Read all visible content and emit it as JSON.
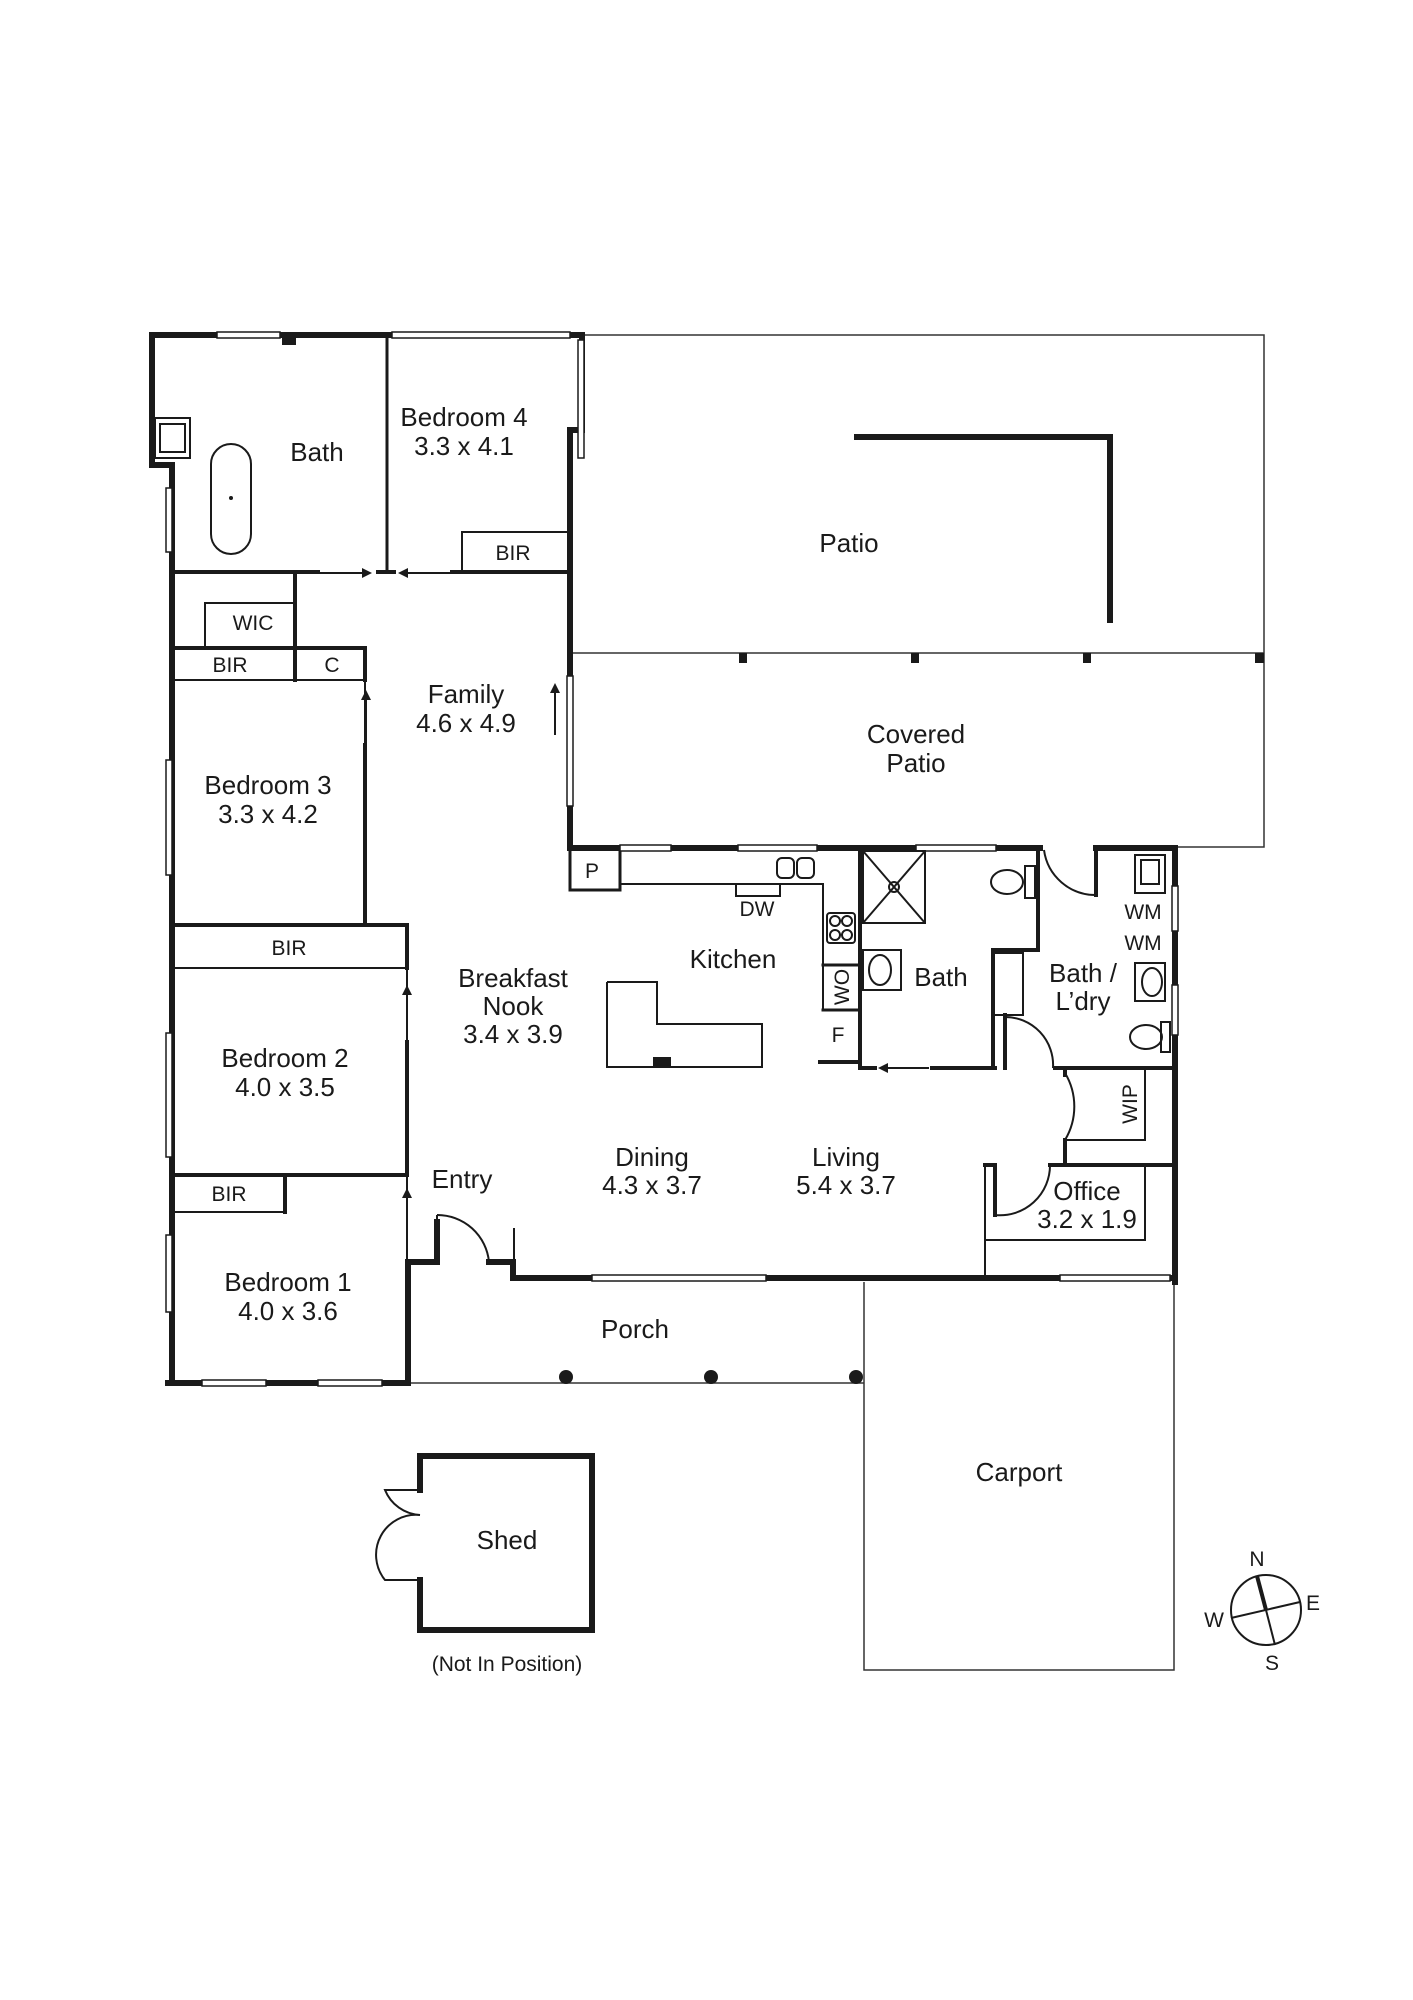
{
  "floorplan": {
    "rooms": {
      "bath_main": {
        "name": "Bath"
      },
      "bedroom4": {
        "name": "Bedroom 4",
        "dims": "3.3 x 4.1"
      },
      "bir_bed4": {
        "name": "BIR"
      },
      "patio": {
        "name": "Patio"
      },
      "covered_patio": {
        "name_line1": "Covered",
        "name_line2": "Patio"
      },
      "wic": {
        "name": "WIC"
      },
      "bir_bed3": {
        "name": "BIR"
      },
      "cupboard": {
        "name": "C"
      },
      "family": {
        "name": "Family",
        "dims": "4.6 x 4.9"
      },
      "bedroom3": {
        "name": "Bedroom 3",
        "dims": "3.3 x 4.2"
      },
      "pantry": {
        "name": "P"
      },
      "dishwasher": {
        "name": "DW"
      },
      "kitchen": {
        "name": "Kitchen"
      },
      "wall_oven": {
        "name": "WO"
      },
      "fridge": {
        "name": "F"
      },
      "bath_second": {
        "name": "Bath"
      },
      "bath_laundry": {
        "name_line1": "Bath /",
        "name_line2": "L’dry"
      },
      "wm1": {
        "name": "WM"
      },
      "wm2": {
        "name": "WM"
      },
      "bir_bed2": {
        "name": "BIR"
      },
      "breakfast_nook": {
        "name_line1": "Breakfast",
        "name_line2": "Nook",
        "dims": "3.4 x 3.9"
      },
      "bedroom2": {
        "name": "Bedroom 2",
        "dims": "4.0 x 3.5"
      },
      "wip": {
        "name": "WIP"
      },
      "entry": {
        "name": "Entry"
      },
      "dining": {
        "name": "Dining",
        "dims": "4.3 x 3.7"
      },
      "living": {
        "name": "Living",
        "dims": "5.4 x 3.7"
      },
      "office": {
        "name": "Office",
        "dims": "3.2 x 1.9"
      },
      "bir_bed1": {
        "name": "BIR"
      },
      "bedroom1": {
        "name": "Bedroom 1",
        "dims": "4.0 x 3.6"
      },
      "porch": {
        "name": "Porch"
      },
      "carport": {
        "name": "Carport"
      },
      "shed": {
        "name": "Shed",
        "note": "(Not In Position)"
      }
    },
    "compass": {
      "n": "N",
      "e": "E",
      "s": "S",
      "w": "W"
    }
  }
}
